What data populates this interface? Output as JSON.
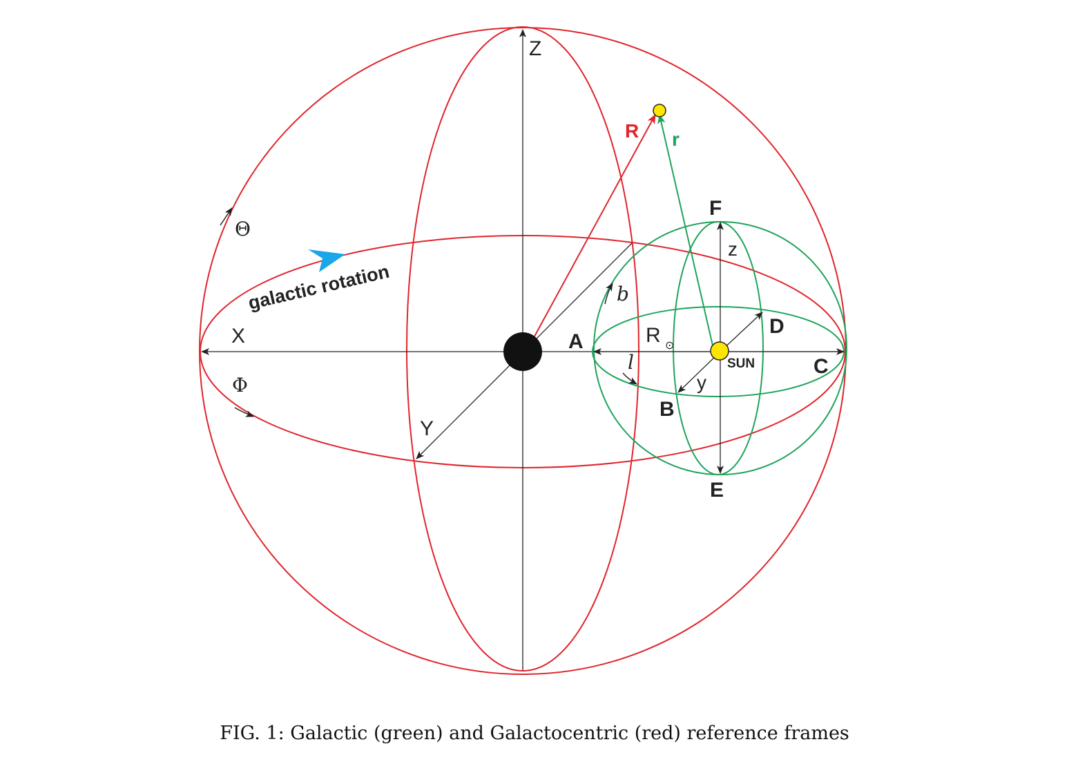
{
  "colors": {
    "galactocentric": "#e0242b",
    "galactic": "#1ea35b",
    "axis": "#222222",
    "sun": "#ffe600",
    "rotation_arrow": "#1aa6e8",
    "center": "#111111"
  },
  "labels": {
    "Z": "Z",
    "X": "X",
    "Y": "Y",
    "Theta": "Θ",
    "Phi": "Φ",
    "galactic_rotation": "galactic rotation",
    "R": "R",
    "r": "r",
    "F": "F",
    "z": "z",
    "b": "b",
    "D": "D",
    "A": "A",
    "R_sun": "R",
    "R_sun_sub": "⊙",
    "SUN": "SUN",
    "C": "C",
    "l": "l",
    "y": "y",
    "B": "B",
    "E": "E"
  },
  "caption": "FIG. 1: Galactic (green) and Galactocentric (red) reference frames"
}
